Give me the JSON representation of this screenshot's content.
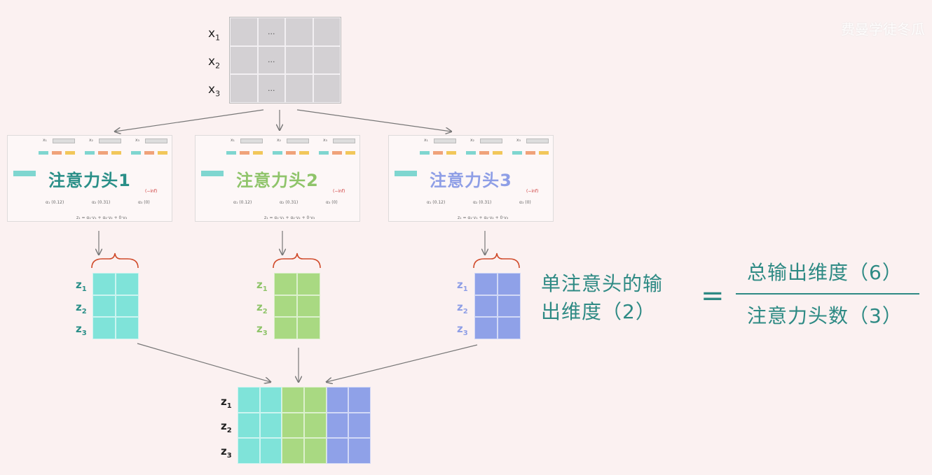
{
  "watermark": "费曼学徒冬瓜",
  "input": {
    "rows": [
      "x",
      "x",
      "x"
    ],
    "subs": [
      "1",
      "2",
      "3"
    ],
    "ellipsis": "...",
    "color": "#d3d0d3"
  },
  "heads": [
    {
      "title": "注意力头1",
      "color": "#2a8f88",
      "cell_color": "#7fe3d9",
      "z": [
        "z",
        "z",
        "z"
      ]
    },
    {
      "title": "注意力头2",
      "color": "#8fc46a",
      "cell_color": "#a9d982",
      "z": [
        "z",
        "z",
        "z"
      ]
    },
    {
      "title": "注意力头3",
      "color": "#8e9ee6",
      "cell_color": "#8fa1e8",
      "z": [
        "z",
        "z",
        "z"
      ]
    }
  ],
  "z_subs": [
    "1",
    "2",
    "3"
  ],
  "panel_mini": {
    "x_labels": [
      "x₁",
      "x₂",
      "x₃"
    ],
    "scores": [
      "α₁ (0.12)",
      "α₂ (0.31)",
      "α₃ (0)"
    ],
    "inf": "(−inf)",
    "sum": "z₁ = α₁·v₁ + α₂·v₂ + 0·v₃"
  },
  "formula": {
    "left_line1": "单注意头的输",
    "left_line2": "出维度（2）",
    "equals": "=",
    "numerator": "总输出维度（6）",
    "denominator": "注意力头数（3）",
    "color": "#2e8a84"
  }
}
